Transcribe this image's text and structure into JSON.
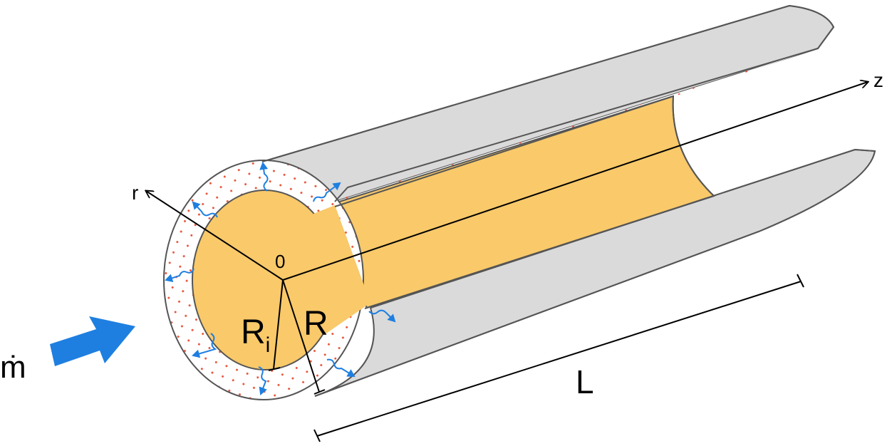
{
  "labels": {
    "mass_flow": "ṁ",
    "axis_r": "r",
    "axis_z": "z",
    "origin": "0",
    "outer_radius": "R",
    "inner_radius_base": "R",
    "inner_radius_sub": "i",
    "length": "L"
  },
  "colors": {
    "core_fill": "#F9C96A",
    "shell_fill": "#DADADA",
    "insulation_fill": "#FFFFFF",
    "dots": "#E8553C",
    "heat_arrows": "#1E7FE0",
    "flow_arrow": "#1E7FE0",
    "outline": "#555555",
    "axes": "#000000"
  },
  "icons": {
    "flow": "arrow-right-icon",
    "heat": "wavy-arrow-icon"
  }
}
